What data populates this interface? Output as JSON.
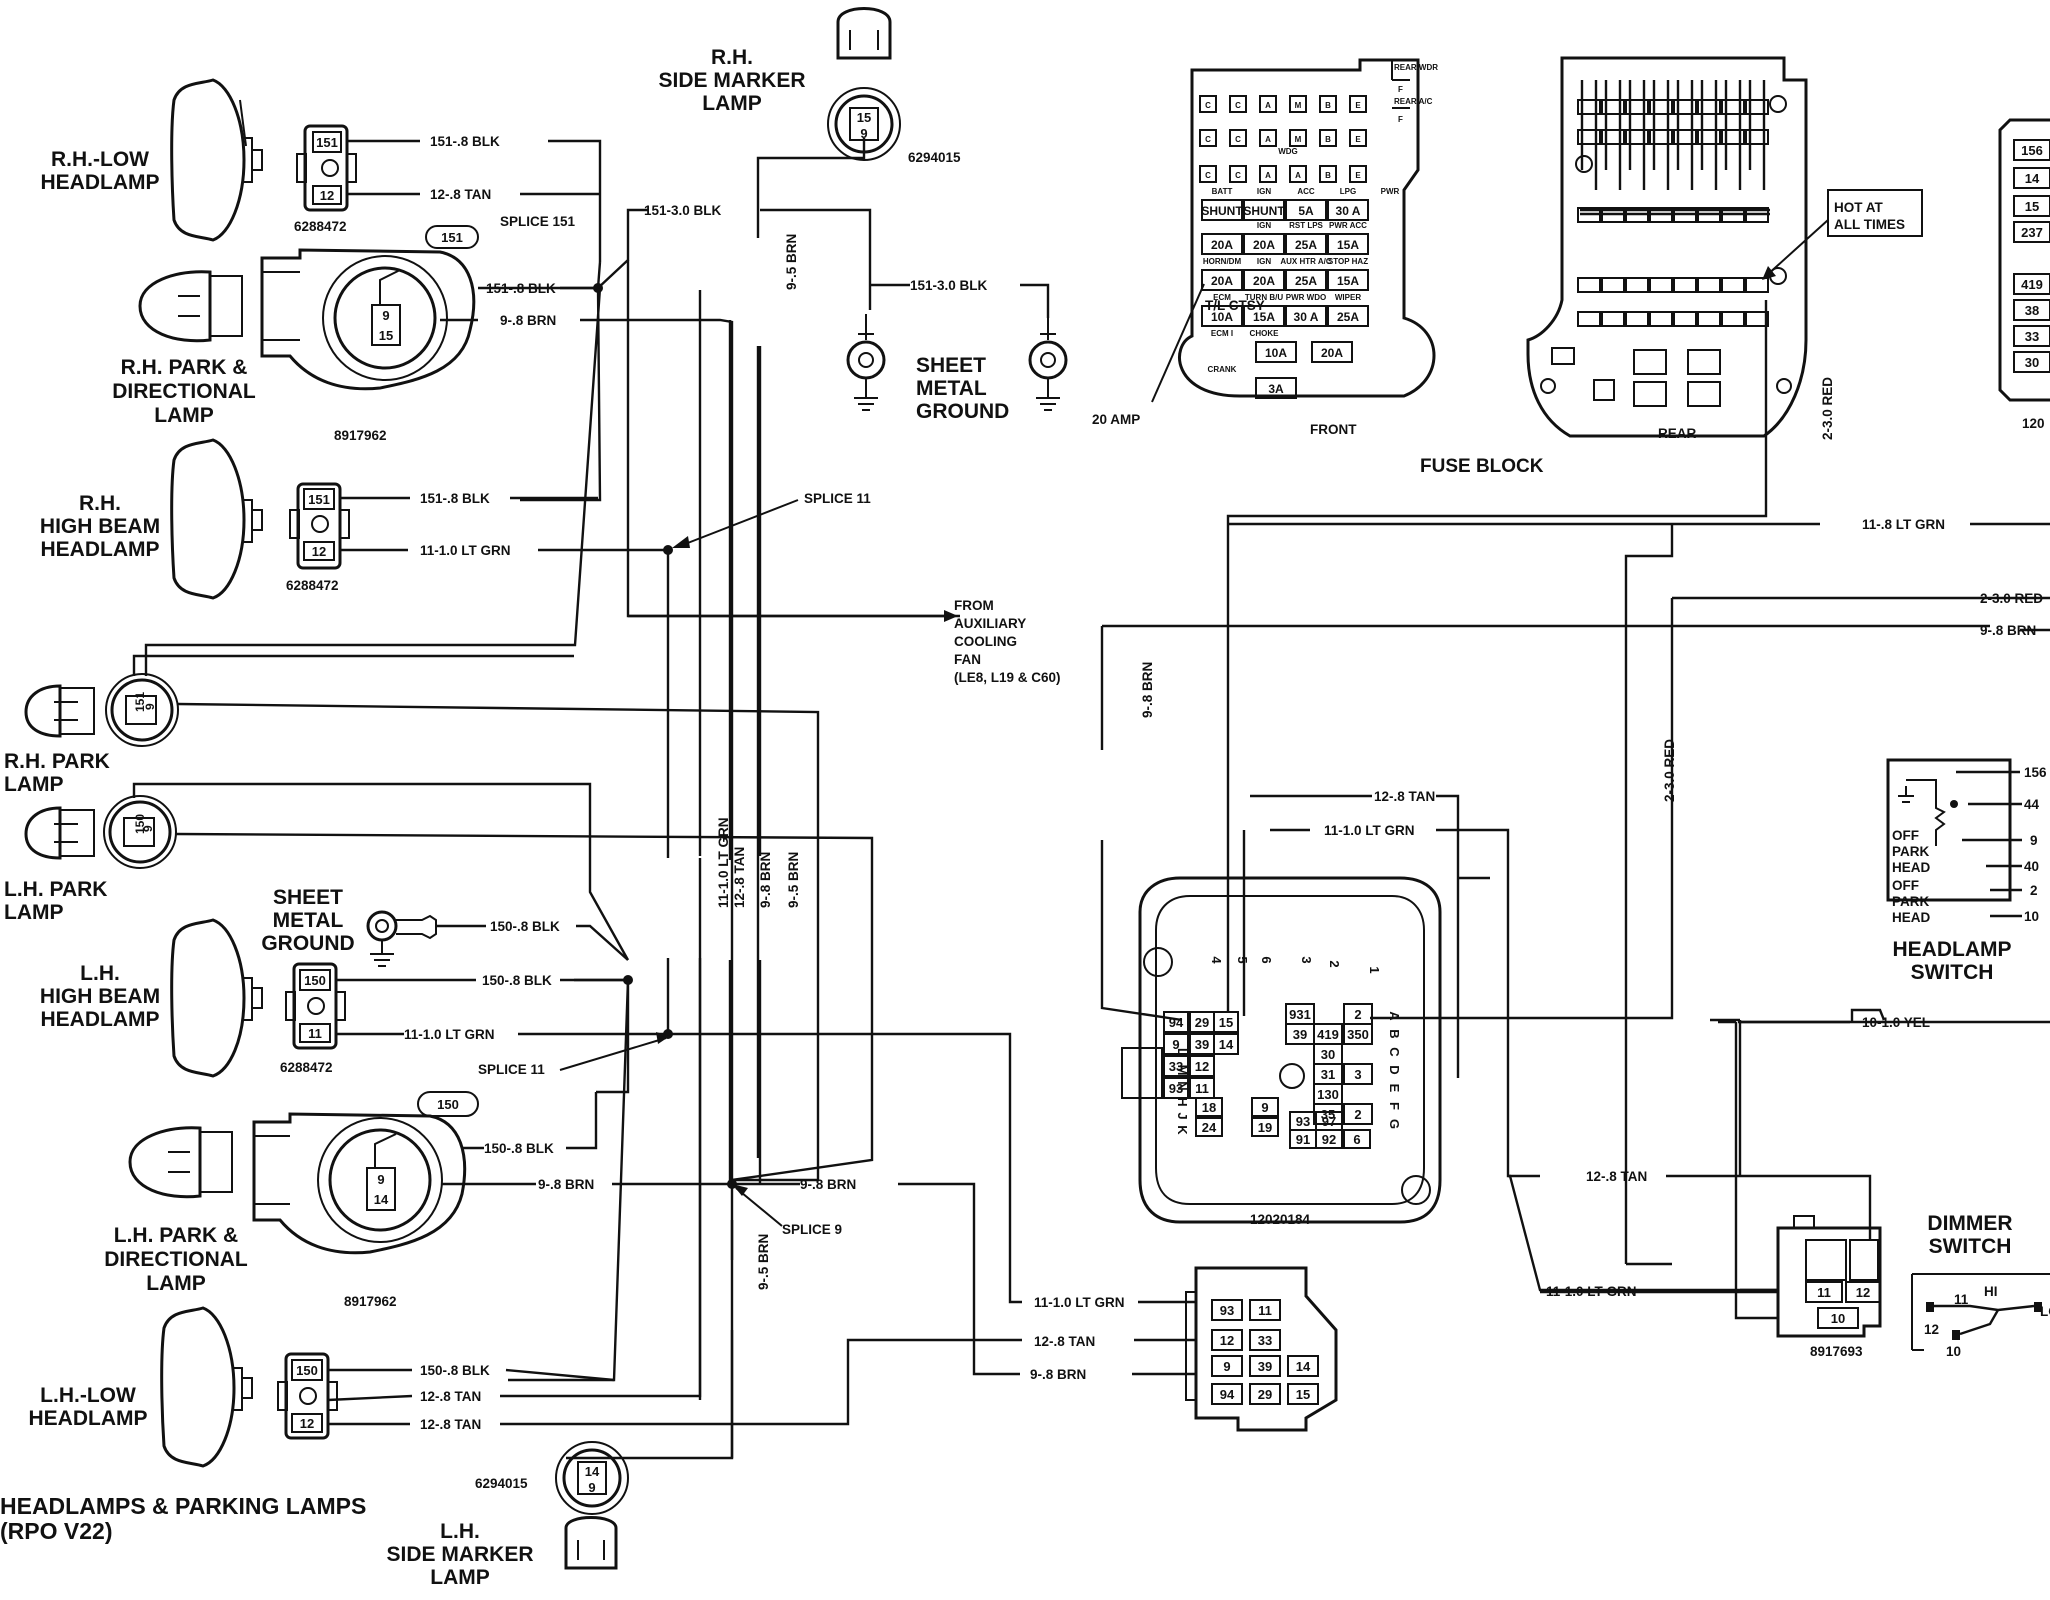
{
  "components": {
    "rh_low_headlamp": [
      "R.H.-LOW",
      "HEADLAMP"
    ],
    "rh_park_directional": [
      "R.H. PARK &",
      "DIRECTIONAL",
      "LAMP"
    ],
    "rh_high_beam": [
      "R.H.",
      "HIGH BEAM",
      "HEADLAMP"
    ],
    "rh_park_lamp": [
      "R.H. PARK",
      "LAMP"
    ],
    "lh_park_lamp": [
      "L.H. PARK",
      "LAMP"
    ],
    "lh_high_beam": [
      "L.H.",
      "HIGH BEAM",
      "HEADLAMP"
    ],
    "lh_park_directional": [
      "L.H. PARK &",
      "DIRECTIONAL",
      "LAMP"
    ],
    "lh_low_headlamp": [
      "L.H.-LOW",
      "HEADLAMP"
    ],
    "rh_side_marker": [
      "R.H.",
      "SIDE MARKER",
      "LAMP"
    ],
    "lh_side_marker": [
      "L.H.",
      "SIDE MARKER",
      "LAMP"
    ],
    "sheet_metal_ground_top": [
      "SHEET",
      "METAL",
      "GROUND"
    ],
    "sheet_metal_ground_left": [
      "SHEET",
      "METAL",
      "GROUND"
    ],
    "headlamp_switch": [
      "HEADLAMP",
      "SWITCH"
    ],
    "dimmer_switch": [
      "DIMMER",
      "SWITCH"
    ],
    "fuse_block": "FUSE BLOCK",
    "fuse_front": "FRONT",
    "fuse_rear": "REAR",
    "tl_ctsy": [
      "T/L CTSY",
      "20 AMP"
    ],
    "hot_at_all_times": [
      "HOT AT",
      "ALL TIMES"
    ],
    "from_aux_fan": [
      "FROM",
      "AUXILIARY",
      "COOLING",
      "FAN",
      "(LE8, L19 & C60)"
    ]
  },
  "part_numbers": {
    "rh_low": "6288472",
    "rh_park_dir": "8917962",
    "rh_high": "6288472",
    "lh_high": "6288472",
    "lh_park_dir": "8917962",
    "rh_marker": "6294015",
    "lh_marker": "6294015",
    "bulkhead": "12020184",
    "dimmer": "8917693",
    "right_edge": "120"
  },
  "splices": {
    "s151": "SPLICE 151",
    "s11_top": "SPLICE 11",
    "s11_bottom": "SPLICE 11",
    "s9": "SPLICE 9"
  },
  "wires": {
    "w151_rhlow": "151-.8 BLK",
    "w12_rhlow": "12-.8 TAN",
    "w151_30": "151-3.0 BLK",
    "w151_30b": "151-3.0 BLK",
    "w151_rhpark": "151-.8 BLK",
    "w9_rhpark": "9-.8 BRN",
    "w151_rhhigh": "151-.8 BLK",
    "w11_rhhigh": "11-1.0 LT GRN",
    "w9_marker_rh": "9-.5 BRN",
    "w150_ground": "150-.8 BLK",
    "w150_lhhigh": "150-.8 BLK",
    "w11_lhhigh": "11-1.0 LT GRN",
    "w150_lhpark": "150-.8 BLK",
    "w9_lhpark": "9-.8 BRN",
    "w9_splice": "9-.8 BRN",
    "w150_lhlow": "150-.8 BLK",
    "w12_lhlow_a": "12-.8 TAN",
    "w12_lhlow_b": "12-.8 TAN",
    "v11": "11-1.0 LT GRN",
    "v12": "12-.8 TAN",
    "v9": "9-.8 BRN",
    "v9b": "9-.5 BRN",
    "v9c": "9-.5 BRN",
    "c11": "11-1.0 LT GRN",
    "c12": "12-.8 TAN",
    "c9": "9-.8 BRN",
    "w2_30_fuse": "2-3.0 RED",
    "w11_top": "11-.8 LT GRN",
    "w2_30_right": "2-3.0 RED",
    "w9_right": "9-.8 BRN",
    "w9_vert": "9-.8 BRN",
    "w2_30_vert": "2-3.0 RED",
    "w12_bulk": "12-.8 TAN",
    "w11_bulk": "11-1.0 LT GRN",
    "w10_yel": "10-1.0 YEL",
    "w12_dimmer": "12-.8 TAN",
    "w11_dimmer": "11-1.0 LT GRN"
  },
  "pins": {
    "p151": "151",
    "p12": "12",
    "p9": "9",
    "p15": "15",
    "p150": "150",
    "p11": "11",
    "p14": "14"
  },
  "bulkhead_pins": [
    "94",
    "29",
    "15",
    "9",
    "39",
    "14",
    "33",
    "12",
    "93",
    "11",
    "931",
    "2",
    "39",
    "419",
    "350",
    "30",
    "31",
    "3",
    "130",
    "35",
    "2",
    "18",
    "9",
    "24",
    "19",
    "93",
    "97",
    "91",
    "92",
    "6"
  ],
  "bulkhead_letters": [
    "4",
    "5",
    "6",
    "3",
    "2",
    "1",
    "A",
    "B",
    "C",
    "D",
    "E",
    "F",
    "G",
    "H",
    "J",
    "K",
    "L",
    "M",
    "N"
  ],
  "connector_lower_pins": [
    "93",
    "11",
    "12",
    "33",
    "9",
    "39",
    "14",
    "94",
    "29",
    "15"
  ],
  "right_connector_pins": [
    "156",
    "14",
    "15",
    "237",
    "419",
    "38",
    "33",
    "30"
  ],
  "headlamp_switch_pins": [
    "156",
    "44",
    "9",
    "40",
    "2",
    "10"
  ],
  "headlamp_switch_positions": [
    "OFF",
    "PARK",
    "HEAD",
    "OFF",
    "PARK",
    "HEAD"
  ],
  "dimmer_pins": [
    "11",
    "12",
    "10"
  ],
  "dimmer_right": [
    "11",
    "HI",
    "12",
    "10",
    "LO"
  ],
  "fuses": {
    "row1": [
      "C",
      "C",
      "A",
      "M",
      "B",
      "E"
    ],
    "row2": [
      "C",
      "C",
      "A",
      "M",
      "B",
      "E"
    ],
    "row3": [
      "C",
      "C",
      "A",
      "A",
      "B",
      "E"
    ],
    "top_labels": [
      "REAR WDR",
      "F",
      "REAR A/C",
      "F"
    ],
    "wdg": "WDG",
    "r4_labels": [
      "BATT",
      "IGN",
      "ACC",
      "LPG",
      "PWR"
    ],
    "r4": [
      "SHUNT",
      "SHUNT",
      "5A",
      "30 A"
    ],
    "r5_labels": [
      "",
      "IGN",
      "RST LPS",
      "PWR ACC"
    ],
    "r5": [
      "20A",
      "20A",
      "25A",
      "15A"
    ],
    "r6_labels": [
      "HORN/DM",
      "IGN",
      "AUX HTR A/C",
      "STOP HAZ"
    ],
    "r6": [
      "20A",
      "20A",
      "25A",
      "15A"
    ],
    "r7_labels": [
      "ECM",
      "TURN B/U",
      "PWR WDO",
      "WIPER"
    ],
    "r7": [
      "10A",
      "15A",
      "30 A",
      "25A"
    ],
    "r8_labels": [
      "ECM I",
      "CHOKE"
    ],
    "r8": [
      "10A",
      "20A"
    ],
    "r9_labels": [
      "CRANK"
    ],
    "r9": [
      "3A"
    ]
  }
}
